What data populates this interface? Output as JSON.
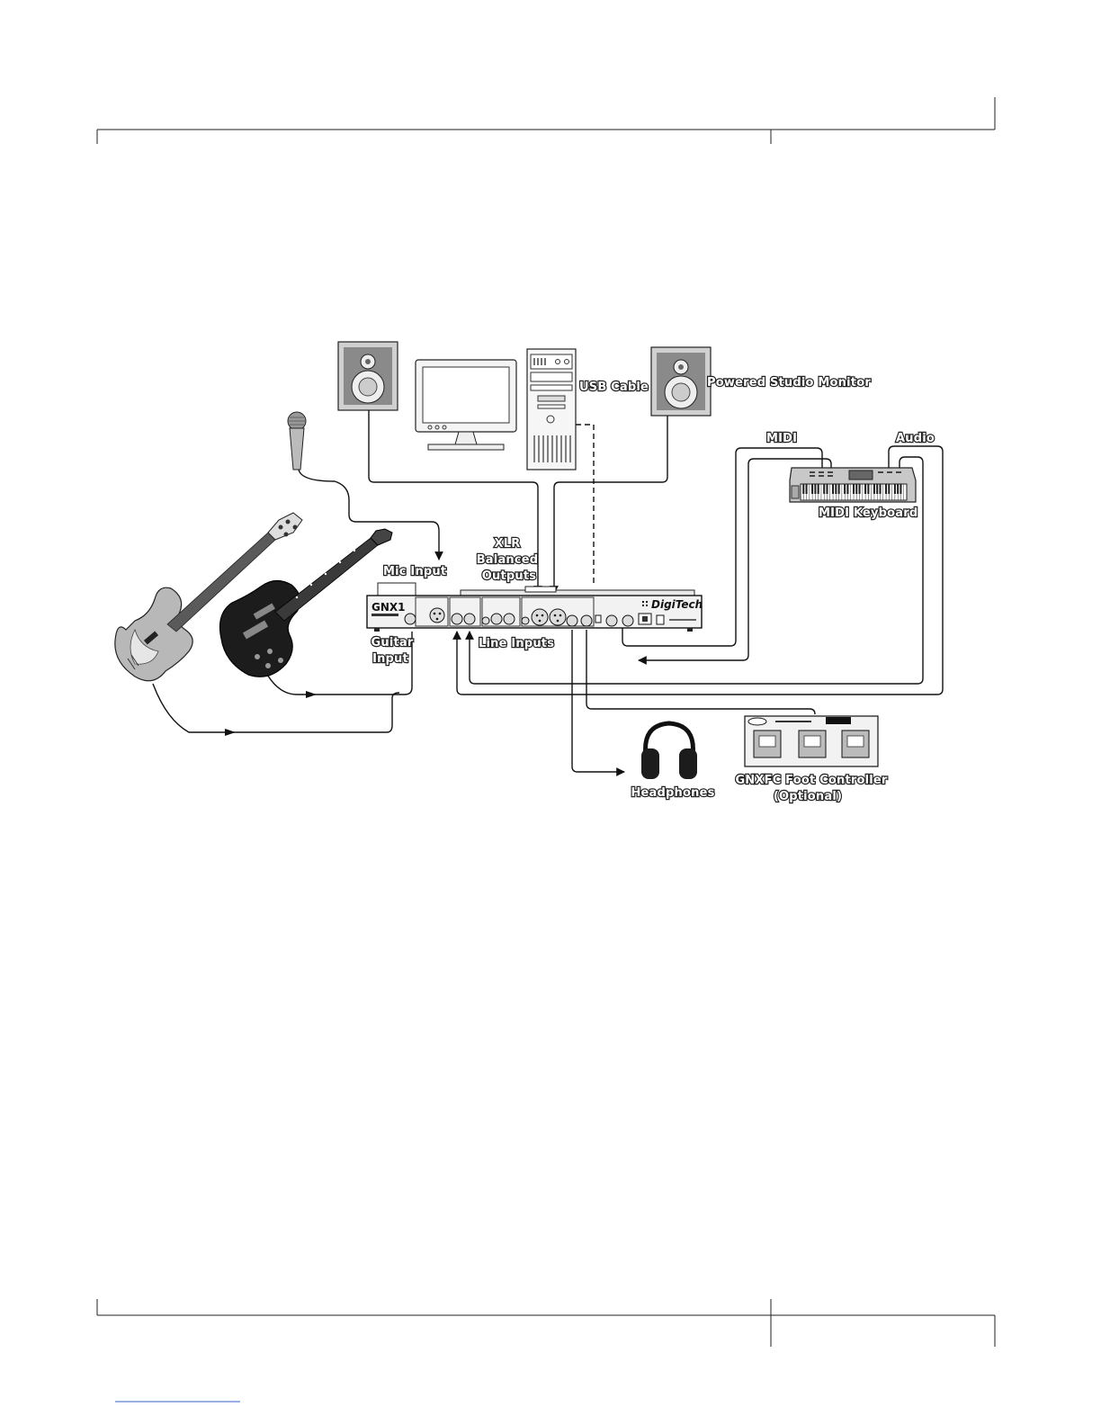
{
  "labels": {
    "usb_cable": "USB Cable",
    "powered_studio_monitor": "Powered Studio Monitor",
    "midi": "MIDI",
    "audio": "Audio",
    "midi_keyboard": "MIDI Keyboard",
    "mic_input": "Mic Input",
    "xlr_line1": "XLR",
    "xlr_line2": "Balanced",
    "xlr_line3": "Outputs",
    "guitar_input_line1": "Guitar",
    "guitar_input_line2": "Input",
    "line_inputs": "Line Inputs",
    "headphones": "Headphones",
    "foot_controller_line1": "GNXFC Foot Controller",
    "foot_controller_line2": "(Optional)"
  },
  "device": {
    "model": "GNX1",
    "brand": "DigiTech"
  },
  "colors": {
    "line": "#111111",
    "device_fill": "#f2f2f2",
    "guitar_body": "#1c1c1c",
    "bass_body": "#b8b8b8"
  }
}
